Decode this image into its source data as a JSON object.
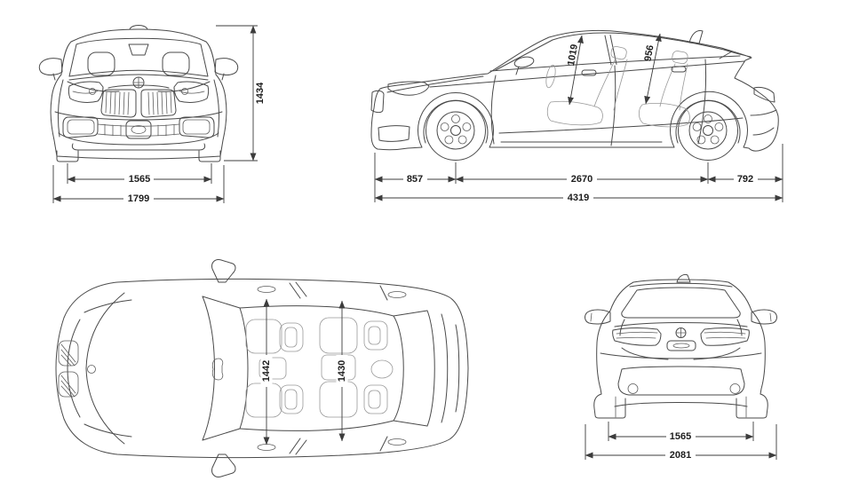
{
  "colors": {
    "background": "#ffffff",
    "outline": "#4a4a4a",
    "interior_lines": "#989898",
    "dimension_lines": "#3c3c3c",
    "label_text": "#1d1d1d"
  },
  "front_view": {
    "overall_height": "1434",
    "track_width": "1565",
    "overall_width": "1799"
  },
  "side_view": {
    "front_headroom": "1019",
    "rear_headroom": "956",
    "front_overhang": "857",
    "wheelbase": "2670",
    "rear_overhang": "792",
    "overall_length": "4319"
  },
  "top_view": {
    "front_interior_width": "1442",
    "rear_interior_width": "1430"
  },
  "rear_view": {
    "track_width": "1565",
    "width_including_mirrors": "2081"
  }
}
